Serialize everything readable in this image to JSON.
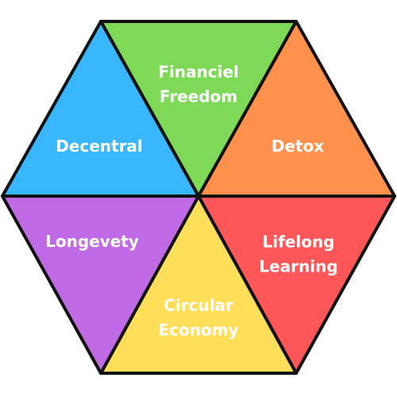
{
  "segments": [
    {
      "id": "financial-freedom",
      "lines": [
        "Financiel",
        "Freedom"
      ],
      "color": "#7ed957"
    },
    {
      "id": "detox",
      "lines": [
        "Detox"
      ],
      "color": "#ff914d"
    },
    {
      "id": "lifelong-learning",
      "lines": [
        "Lifelong",
        "Learning"
      ],
      "color": "#ff5757"
    },
    {
      "id": "circular-economy",
      "lines": [
        "Circular",
        "Economy"
      ],
      "color": "#ffde59"
    },
    {
      "id": "longevety",
      "lines": [
        "Longevety"
      ],
      "color": "#c16ae5"
    },
    {
      "id": "decentral",
      "lines": [
        "Decentral"
      ],
      "color": "#38b6ff"
    }
  ]
}
